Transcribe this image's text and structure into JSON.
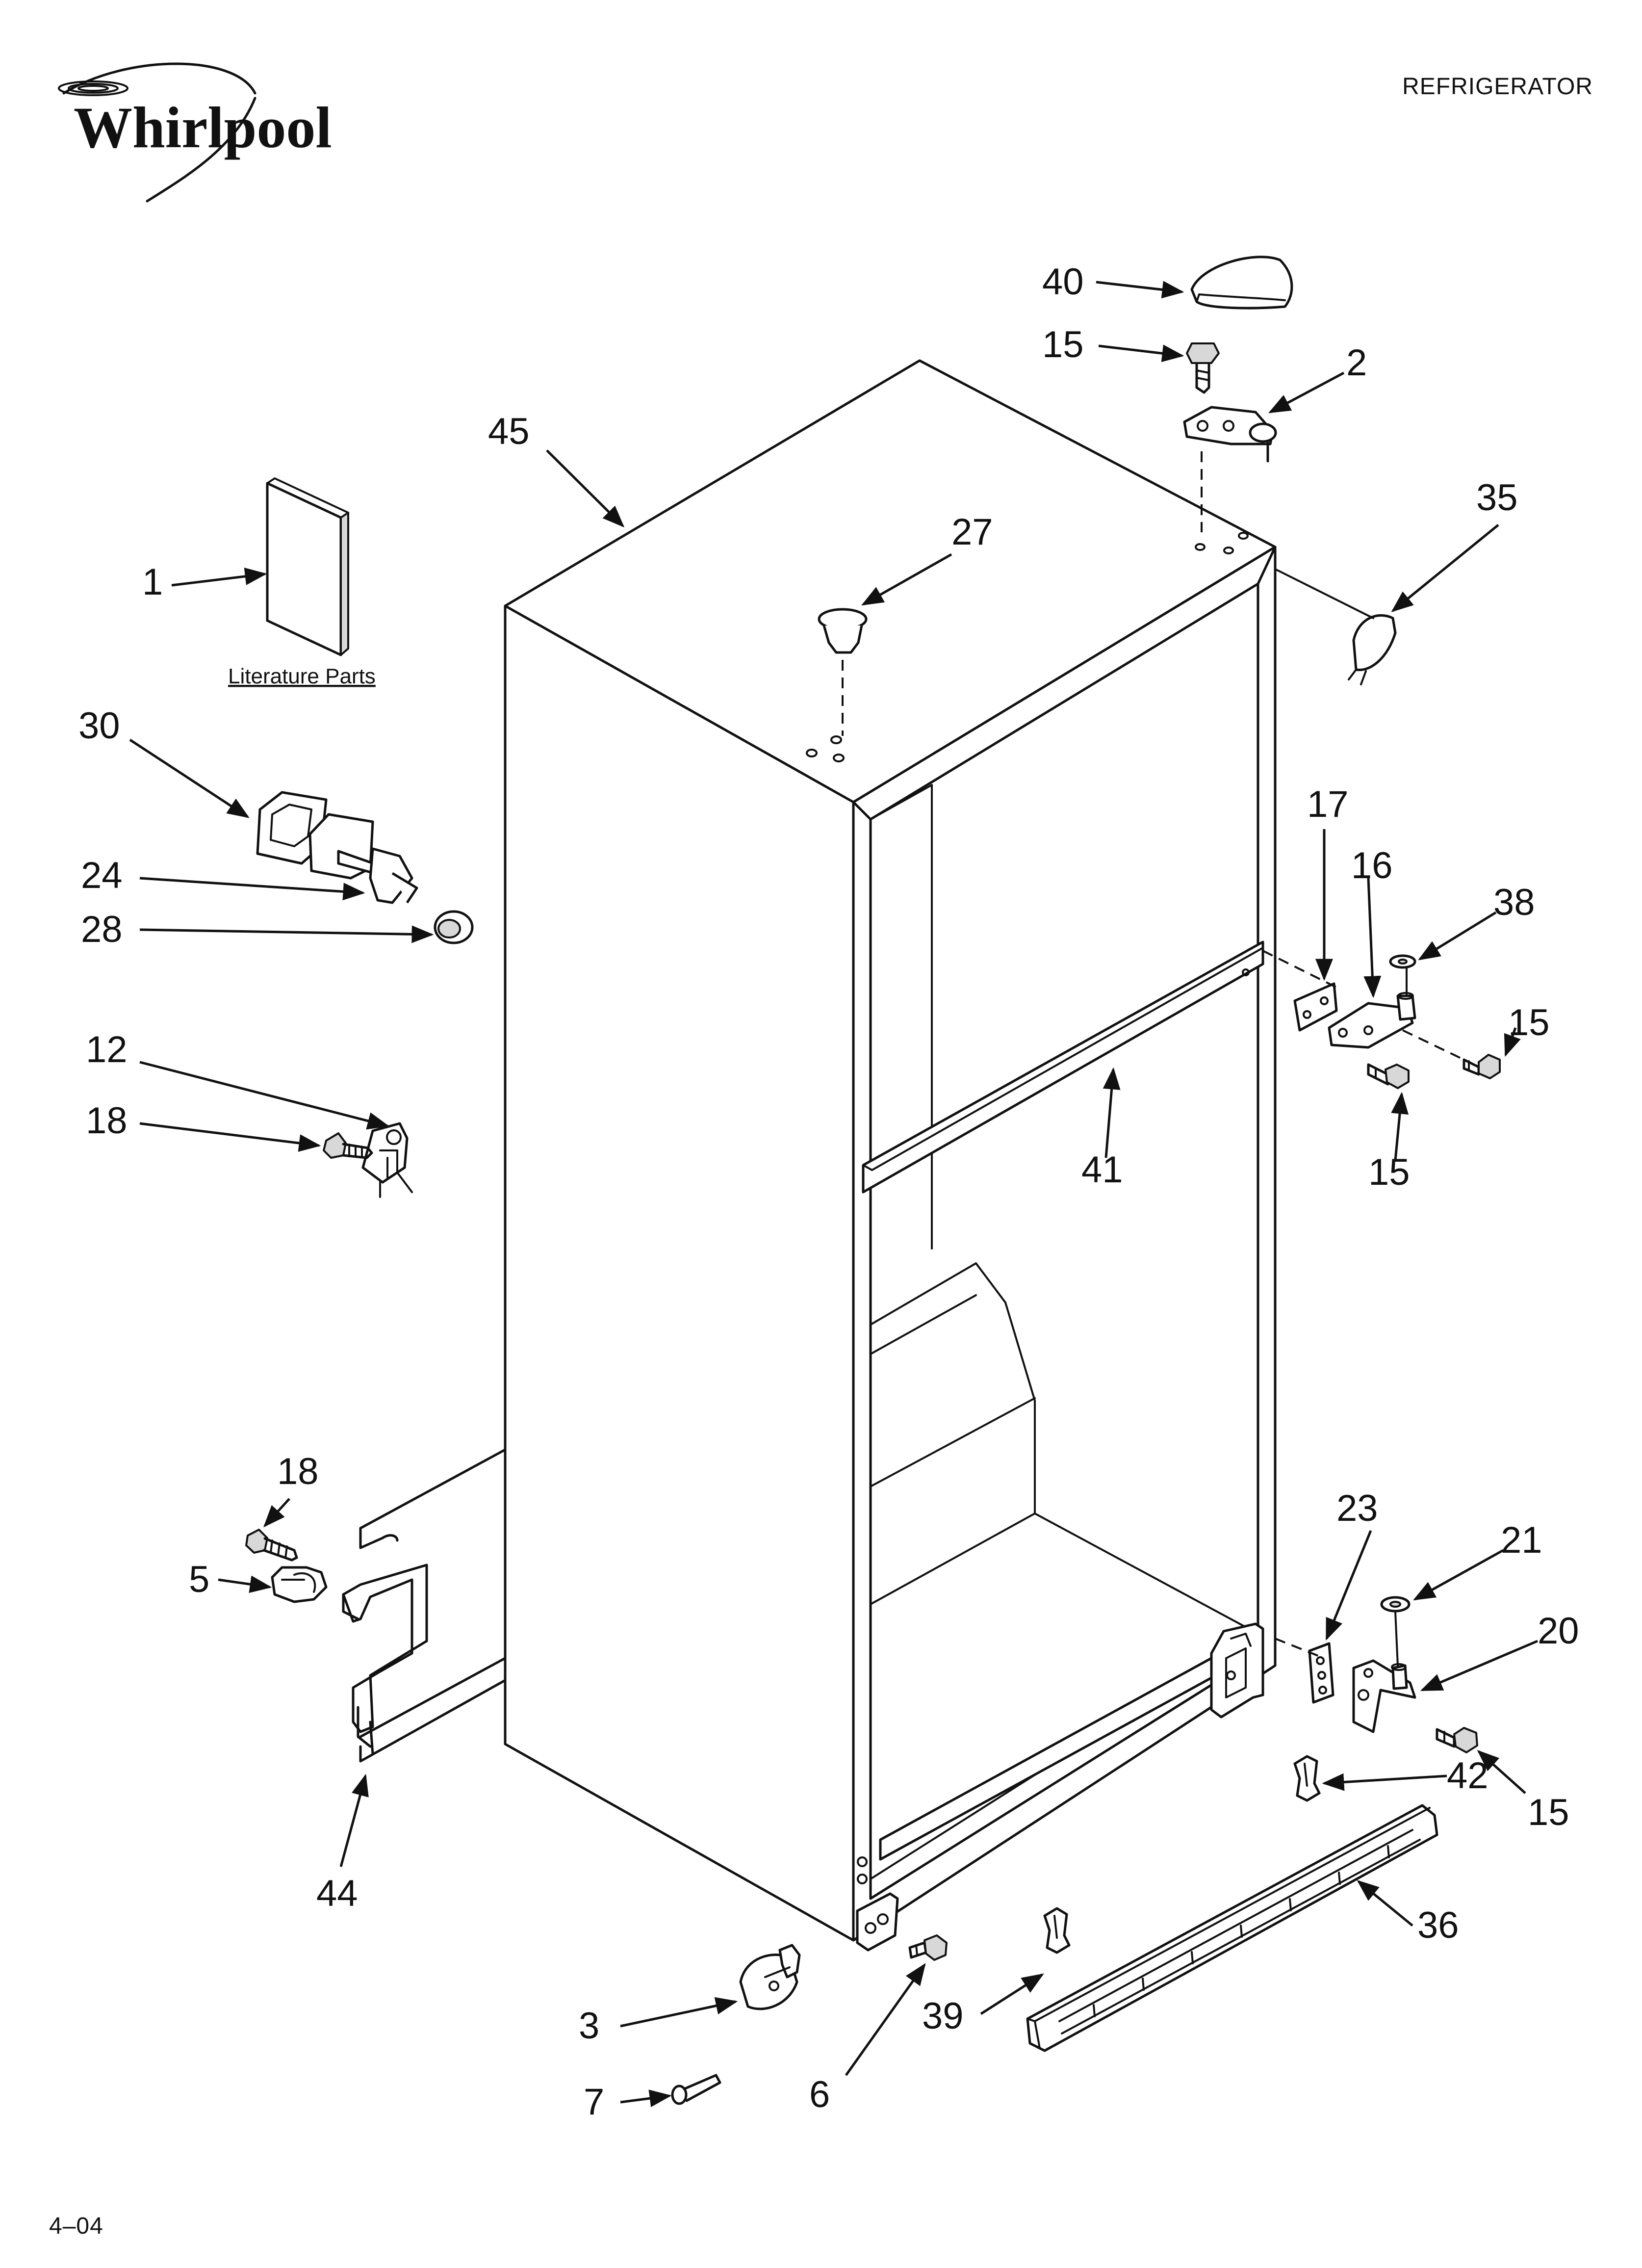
{
  "header": {
    "brand": "Whirlpool",
    "product_type": "REFRIGERATOR"
  },
  "literature_label": "Literature Parts",
  "footer": {
    "date_code": "4–04"
  },
  "callouts": [
    {
      "id": "c40",
      "label": "40"
    },
    {
      "id": "c15a",
      "label": "15"
    },
    {
      "id": "c2",
      "label": "2"
    },
    {
      "id": "c45",
      "label": "45"
    },
    {
      "id": "c27",
      "label": "27"
    },
    {
      "id": "c35",
      "label": "35"
    },
    {
      "id": "c1",
      "label": "1"
    },
    {
      "id": "c30",
      "label": "30"
    },
    {
      "id": "c24",
      "label": "24"
    },
    {
      "id": "c28",
      "label": "28"
    },
    {
      "id": "c12",
      "label": "12"
    },
    {
      "id": "c18a",
      "label": "18"
    },
    {
      "id": "c17",
      "label": "17"
    },
    {
      "id": "c16",
      "label": "16"
    },
    {
      "id": "c38",
      "label": "38"
    },
    {
      "id": "c15b",
      "label": "15"
    },
    {
      "id": "c41",
      "label": "41"
    },
    {
      "id": "c15c",
      "label": "15"
    },
    {
      "id": "c18b",
      "label": "18"
    },
    {
      "id": "c5",
      "label": "5"
    },
    {
      "id": "c44",
      "label": "44"
    },
    {
      "id": "c23",
      "label": "23"
    },
    {
      "id": "c21",
      "label": "21"
    },
    {
      "id": "c20",
      "label": "20"
    },
    {
      "id": "c15d",
      "label": "15"
    },
    {
      "id": "c42",
      "label": "42"
    },
    {
      "id": "c36",
      "label": "36"
    },
    {
      "id": "c39",
      "label": "39"
    },
    {
      "id": "c3",
      "label": "3"
    },
    {
      "id": "c7",
      "label": "7"
    },
    {
      "id": "c6",
      "label": "6"
    }
  ]
}
